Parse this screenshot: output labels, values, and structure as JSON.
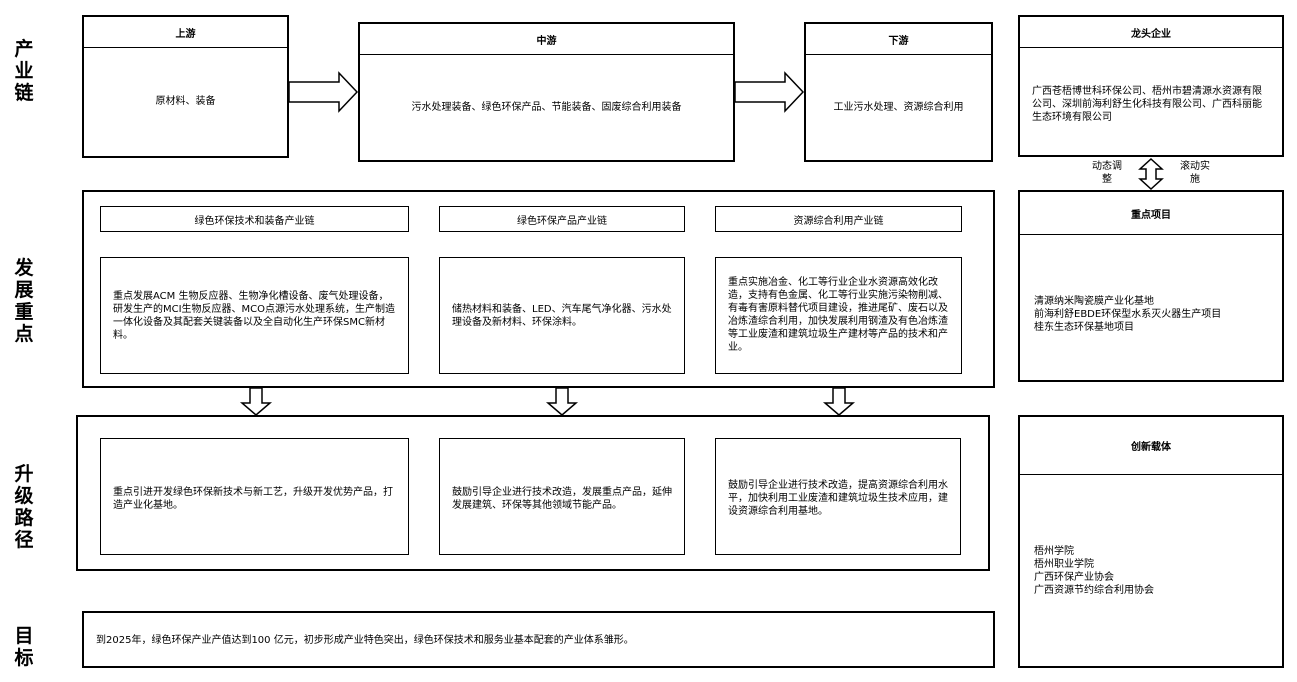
{
  "row_labels": {
    "chain": "产业链",
    "focus": "发展重点",
    "path": "升级路径",
    "goal": "目标"
  },
  "upstream": {
    "title": "上游",
    "content": "原材料、装备"
  },
  "midstream": {
    "title": "中游",
    "content": "污水处理装备、绿色环保产品、节能装备、固废综合利用装备"
  },
  "downstream": {
    "title": "下游",
    "content": "工业污水处理、资源综合利用"
  },
  "leading": {
    "title": "龙头企业",
    "content": "广西苍梧博世科环保公司、梧州市碧清源水资源有限公司、深圳前海利舒生化科技有限公司、广西科丽能生态环境有限公司"
  },
  "exchange": {
    "left": "动态调整",
    "right": "滚动实施"
  },
  "focus": {
    "chains": [
      {
        "title": "绿色环保技术和装备产业链",
        "content": "重点发展ACM 生物反应器、生物净化槽设备、废气处理设备，研发生产的MCI生物反应器、MCO点源污水处理系统，生产制造一体化设备及其配套关键装备以及全自动化生产环保SMC新材料。"
      },
      {
        "title": "绿色环保产品产业链",
        "content": "储热材料和装备、LED、汽车尾气净化器、污水处理设备及新材料、环保涂料。"
      },
      {
        "title": "资源综合利用产业链",
        "content": "重点实施冶金、化工等行业企业水资源高效化改造，支持有色金属、化工等行业实施污染物削减、有毒有害原料替代项目建设，推进尾矿、废石以及冶炼渣综合利用，加快发展利用钢渣及有色冶炼渣等工业废渣和建筑垃圾生产建材等产品的技术和产业。"
      }
    ]
  },
  "key_projects": {
    "title": "重点项目",
    "items": [
      "清源纳米陶瓷膜产业化基地",
      "前海利舒EBDE环保型水系灭火器生产项目",
      "桂东生态环保基地项目"
    ]
  },
  "path": {
    "items": [
      "重点引进开发绿色环保新技术与新工艺，升级开发优势产品，打造产业化基地。",
      "鼓励引导企业进行技术改造，发展重点产品，延伸发展建筑、环保等其他领域节能产品。",
      "鼓励引导企业进行技术改造，提高资源综合利用水平，加快利用工业废渣和建筑垃圾生技术应用，建设资源综合利用基地。"
    ]
  },
  "innovation": {
    "title": "创新载体",
    "items": [
      "梧州学院",
      "梧州职业学院",
      "广西环保产业协会",
      "广西资源节约综合利用协会"
    ]
  },
  "goal": {
    "content": "到2025年，绿色环保产业产值达到100 亿元，初步形成产业特色突出，绿色环保技术和服务业基本配套的产业体系雏形。"
  }
}
